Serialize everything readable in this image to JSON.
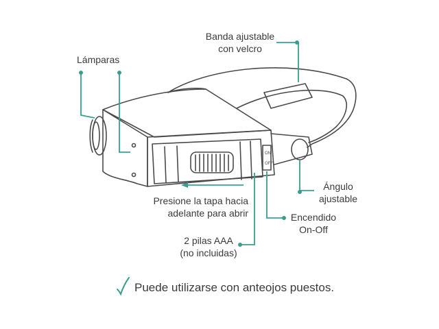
{
  "colors": {
    "accent": "#3a9e8e",
    "line": "#4a4a4a",
    "text": "#3a3a3a"
  },
  "labels": {
    "lamparas": "Lámparas",
    "banda_line1": "Banda ajustable",
    "banda_line2": "con velcro",
    "angulo_line1": "Ángulo",
    "angulo_line2": "ajustable",
    "presione_line1": "Presione la tapa hacia",
    "presione_line2": "adelante para abrir",
    "encendido_line1": "Encendido",
    "encendido_line2": "On-Off",
    "pilas_line1": "2 pilas AAA",
    "pilas_line2": "(no incluidas)",
    "switch_on": "ON",
    "switch_off": "OFF"
  },
  "footer": {
    "note": "Puede utilizarse con anteojos puestos."
  },
  "icons": {
    "check": "check-icon"
  }
}
